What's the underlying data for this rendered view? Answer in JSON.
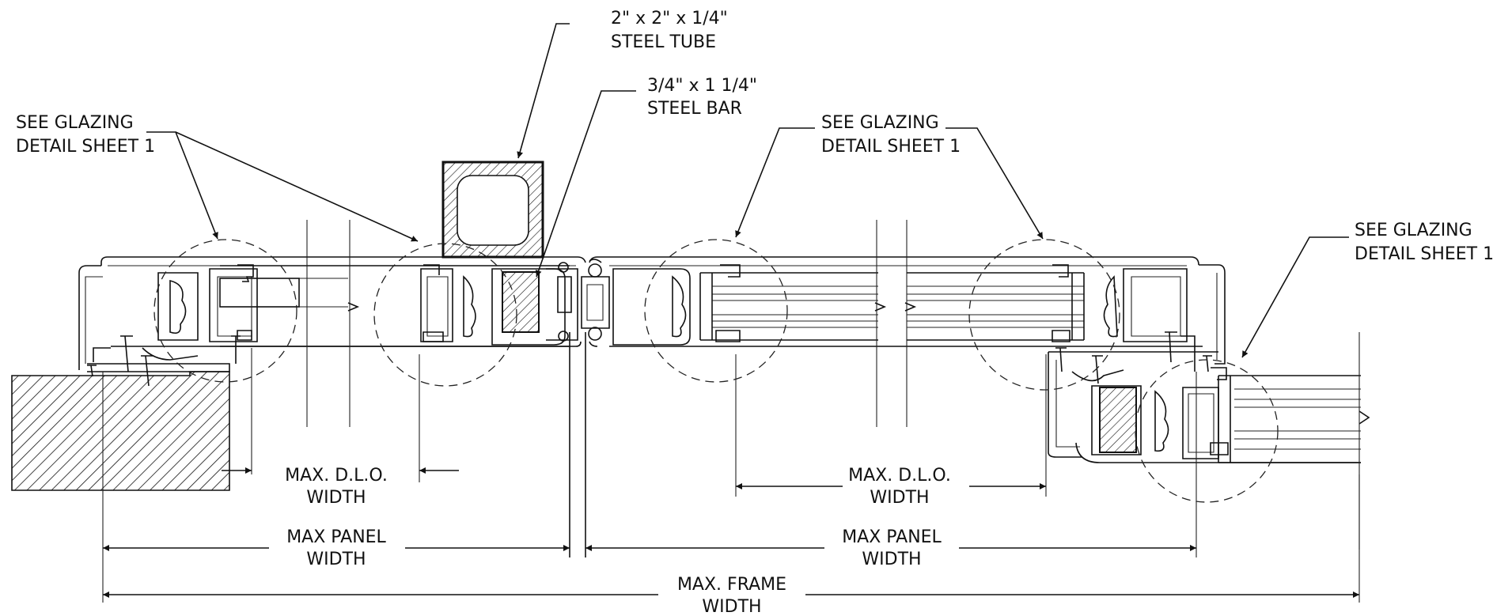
{
  "labels": {
    "steel_tube": [
      "2\" x 2\" x 1/4\"",
      "STEEL TUBE"
    ],
    "steel_bar": [
      "3/4\" x 1 1/4\"",
      "STEEL BAR"
    ],
    "glazing_left": [
      "SEE GLAZING",
      "DETAIL SHEET 1"
    ],
    "glazing_center": [
      "SEE GLAZING",
      "DETAIL SHEET 1"
    ],
    "glazing_right": [
      "SEE GLAZING",
      "DETAIL SHEET 1"
    ]
  },
  "dimensions": {
    "dlo_left": [
      "MAX. D.L.O.",
      "WIDTH"
    ],
    "dlo_right": [
      "MAX. D.L.O.",
      "WIDTH"
    ],
    "panel_left": [
      "MAX PANEL",
      "WIDTH"
    ],
    "panel_right": [
      "MAX PANEL",
      "WIDTH"
    ],
    "frame": [
      "MAX. FRAME",
      "WIDTH"
    ]
  }
}
